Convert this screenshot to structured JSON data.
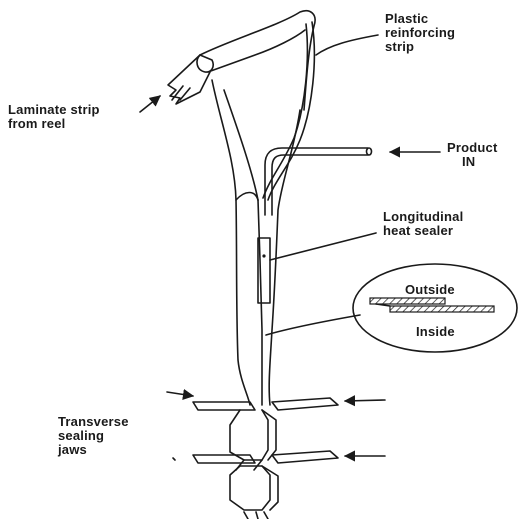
{
  "labels": {
    "laminate_strip": [
      "Laminate strip",
      "from reel"
    ],
    "plastic_strip": [
      "Plastic",
      "reinforcing",
      "strip"
    ],
    "product_in": [
      "Product",
      "IN"
    ],
    "heat_sealer": [
      "Longitudinal",
      "heat sealer"
    ],
    "outside": "Outside",
    "inside": "Inside",
    "sealing_jaws": [
      "Transverse",
      "sealing",
      "jaws"
    ]
  }
}
